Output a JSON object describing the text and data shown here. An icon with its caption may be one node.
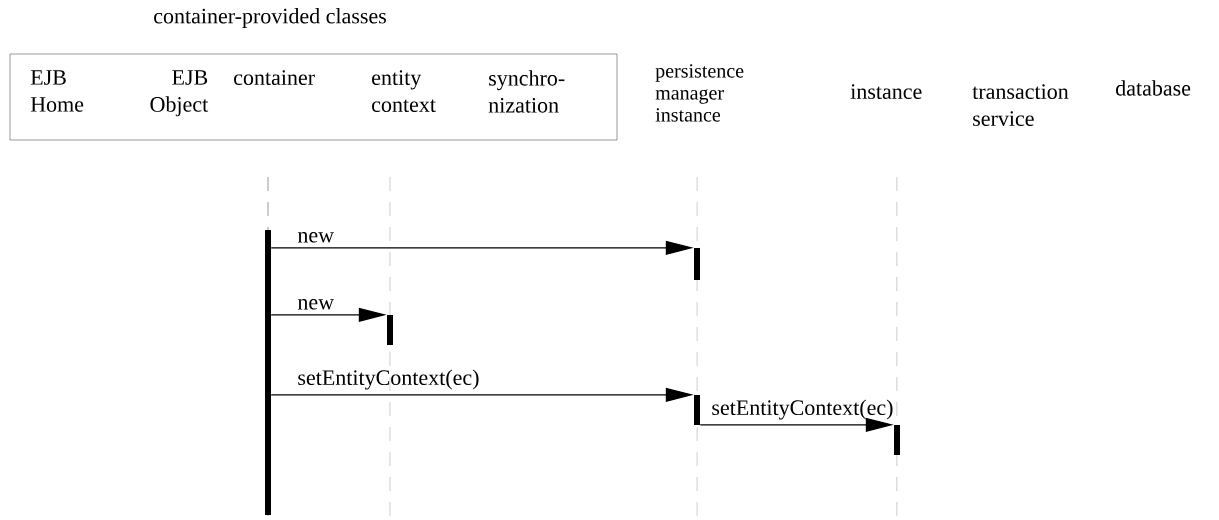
{
  "diagram": {
    "nodes": [
      {
        "text": [
          "container-provided classes",
          "EJB Home",
          "EJB Object",
          "container",
          "entity context",
          "synchro-nization"
        ]
      },
      {
        "text": [],
        "shape": "bar"
      },
      {
        "text": [],
        "shape": "bar"
      },
      {
        "text": [],
        "shape": "bar"
      },
      {
        "text": [],
        "shape": "bar"
      },
      {
        "text": [],
        "shape": "bar"
      }
    ],
    "edges": [
      {
        "from": 1,
        "to": 3,
        "arrow": "to",
        "label": "new"
      },
      {
        "from": 1,
        "to": 2,
        "arrow": "to",
        "label": "new"
      },
      {
        "from": 1,
        "to": 4,
        "arrow": "to",
        "label": "setEntityContext(ec)"
      },
      {
        "from": 4,
        "to": 5,
        "arrow": "to",
        "label": "setEntityContext(ec)"
      }
    ],
    "labels": [
      "persistence manager instance",
      "instance",
      "transaction service",
      "database"
    ]
  }
}
